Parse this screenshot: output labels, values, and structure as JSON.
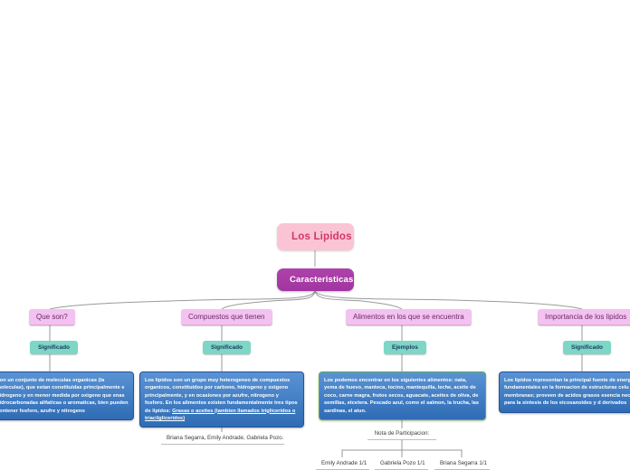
{
  "diagram": {
    "type": "mind-map",
    "title": "Los Lipidos",
    "colors": {
      "root_bg": "#fac4d4",
      "root_text": "#d2356b",
      "purple_bg": "#a83ba4",
      "purple_text": "#ffffff",
      "lavender_bg": "#f3c2f0",
      "lavender_text": "#6b2a66",
      "teal_bg": "#7ed6c6",
      "teal_text": "#1b3a5e",
      "bluebox_bg": "#3f7cc4",
      "bluebox_border": "#23539b",
      "bluebox_border_green": "#5fae4a",
      "bluebox_text": "#ffffff",
      "connector": "#9a9a9a",
      "plain_text": "#3b3b3b",
      "background": "#ffffff"
    }
  },
  "root": {
    "label": "Los Lipidos"
  },
  "level1": {
    "label": "Caracteristicas"
  },
  "branches": [
    {
      "label": "Que son?",
      "sub_label": "Significado",
      "body": "Son un conjunto de moleculas organicas (la moleculas), que estan constituidas principalmente  e hidrogeno y en menor medida por oxigeno que enas hidrocarbonadas alifaticas o aromaticas, bien pueden contener fosforo, azufre y nitrogeno"
    },
    {
      "label": "Compuestos que tienen",
      "sub_label": "Significado",
      "body_part1": "Los lipidos son un grupo muy heterogeneo de compuestos organicos, constituidos por carbono, hidrogeno y oxigeno principalmente, y en ocasiones por azufre, nitrogeno y fosforo. En los alimentos existen fundamentalmente tres tipos de lipidos: ",
      "body_underlined": "Grasas o aceites (tambien llamados trigliceridos o triacilgliceridos)",
      "credit": "Briana Segarra, Emily Andrade, Gabriela Pozo."
    },
    {
      "label": "Alimentos en los que se encuentra",
      "sub_label": "Ejemplos",
      "body": "Los podemos encontrar en los siguientes alimentos: nata, yema de huevo, manteca, tocino, mantequilla, leche, aceite de coco, carne magra, frutos secos, aguacate, aceites de oliva, de semillas, etcetera. Pescado azul, como el salmon, la trucha, las sardinas, el atun.",
      "note_label": "Nota de Participacion:",
      "participants": [
        "Emily Andrade 1/1",
        "Gabriela Pozo 1/1",
        "Briana Segarra 1/1"
      ]
    },
    {
      "label": "Importancia de los lipidos",
      "sub_label": "Significado",
      "body": "Los lipidos representan la principal fuente de energ fundamentales en la formacion de estructuras celu las membranas; proveen de acidos grasos esencia necesarios para la sintesis de los eicosanoides y d derivados"
    }
  ]
}
